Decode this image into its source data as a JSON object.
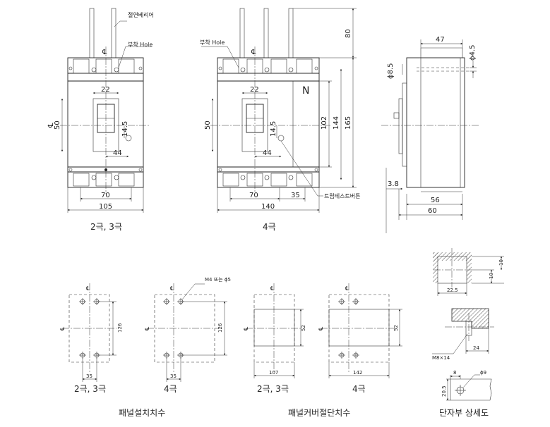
{
  "top": {
    "label_insulation_barrier": "절연베리어",
    "label_mount_hole_3p": "부착 Hole",
    "label_mount_hole_4p": "부착 Hole",
    "label_trip_test_button": "트립테스트버튼",
    "neutral_mark": "N",
    "dims_3p": {
      "d22": "22",
      "d50": "50",
      "d14_5": "14.5",
      "d44": "44",
      "d70": "70",
      "d105": "105"
    },
    "dims_4p": {
      "d22": "22",
      "d50": "50",
      "d14_5": "14.5",
      "d44": "44",
      "d70": "70",
      "d35": "35",
      "d140": "140",
      "d80": "80",
      "d102": "102",
      "d144": "144",
      "d165": "165"
    },
    "dims_side": {
      "d47": "47",
      "phi4_5": "ϕ4.5",
      "phi8_5": "ϕ8.5",
      "d3_8": "3.8",
      "d56": "56",
      "d60": "60"
    },
    "caption_3p": "2극, 3극",
    "caption_4p": "4극"
  },
  "bottom": {
    "panel_mount": {
      "label_m4": "M4 또는 ϕ5",
      "d126_a": "126",
      "d126_b": "126",
      "d35_a": "35",
      "d35_b": "35",
      "caption_a": "2극, 3극",
      "caption_b": "4극",
      "title": "패널설치치수"
    },
    "panel_cutout": {
      "d52_a": "52",
      "d52_b": "52",
      "d107": "107",
      "d142": "142",
      "caption_a": "2극, 3극",
      "caption_b": "4극",
      "title": "패널커버절단치수"
    },
    "terminal_detail": {
      "d10_a": "10",
      "d10_b": "10",
      "d22_5": "22.5",
      "d24": "24",
      "m8x14": "M8×14",
      "d8": "8",
      "phi9": "ϕ9",
      "d20_5": "20.5",
      "title": "단자부 상세도"
    }
  },
  "symbols": {
    "centerline": "℄"
  }
}
